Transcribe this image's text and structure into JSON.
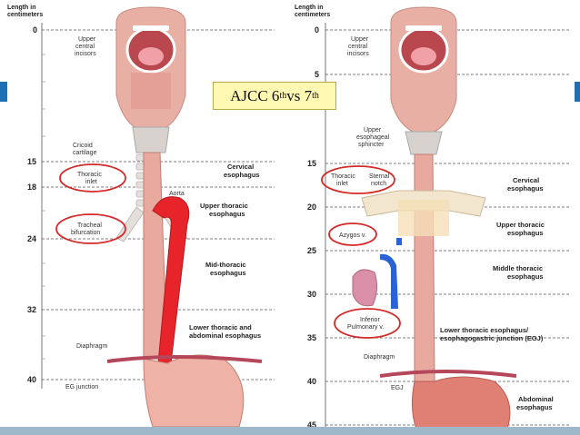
{
  "title": {
    "main_left": "AJCC 6",
    "sup_left": "th",
    "main_mid": " vs 7",
    "rest": "th"
  },
  "left": {
    "axis_title_1": "Length in",
    "axis_title_2": "centimeters",
    "ticks": [
      "0",
      "15",
      "18",
      "24",
      "32",
      "40"
    ],
    "labels": {
      "incisors_1": "Upper",
      "incisors_2": "central",
      "incisors_3": "incisors",
      "cricoid_1": "Cricoid",
      "cricoid_2": "cartilage",
      "thoracic_1": "Thoracic",
      "thoracic_2": "inlet",
      "aorta": "Aorta",
      "tracheal_1": "Tracheal",
      "tracheal_2": "bifurcation",
      "diaphragm": "Diaphragm",
      "eg": "EG junction"
    },
    "segments": {
      "cervical_1": "Cervical",
      "cervical_2": "esophagus",
      "upper_1": "Upper thoracic",
      "upper_2": "esophagus",
      "mid_1": "Mid-thoracic",
      "mid_2": "esophagus",
      "lower_1": "Lower thoracic and",
      "lower_2": "abdominal esophagus"
    }
  },
  "right": {
    "axis_title_1": "Length in",
    "axis_title_2": "centimeters",
    "ticks": [
      "0",
      "5",
      "15",
      "20",
      "25",
      "30",
      "35",
      "40",
      "45"
    ],
    "labels": {
      "incisors_1": "Upper",
      "incisors_2": "central",
      "incisors_3": "incisors",
      "ues_1": "Upper",
      "ues_2": "esophageal",
      "ues_3": "sphincter",
      "thoracic_1": "Thoracic",
      "thoracic_2": "inlet",
      "sternal_1": "Sternal",
      "sternal_2": "notch",
      "azygos": "Azygos v.",
      "pulm_1": "Inferior",
      "pulm_2": "Pulmonary v.",
      "diaphragm": "Diaphragm",
      "egj": "EGJ"
    },
    "segments": {
      "cervical_1": "Cervical",
      "cervical_2": "esophagus",
      "upper_1": "Upper thoracic",
      "upper_2": "esophagus",
      "middle_1": "Middle thoracic",
      "middle_2": "esophagus",
      "lower_1": "Lower thoracic esophagus/",
      "lower_2": "esophagogastric junction (EGJ)",
      "abd_1": "Abdominal",
      "abd_2": "esophagus"
    }
  },
  "colors": {
    "highlight_circle": "#d42a2a",
    "aorta": "#e8242b",
    "vein": "#2b63d6",
    "tissue": "#eab0a6",
    "title_bg": "#fff9b3"
  }
}
